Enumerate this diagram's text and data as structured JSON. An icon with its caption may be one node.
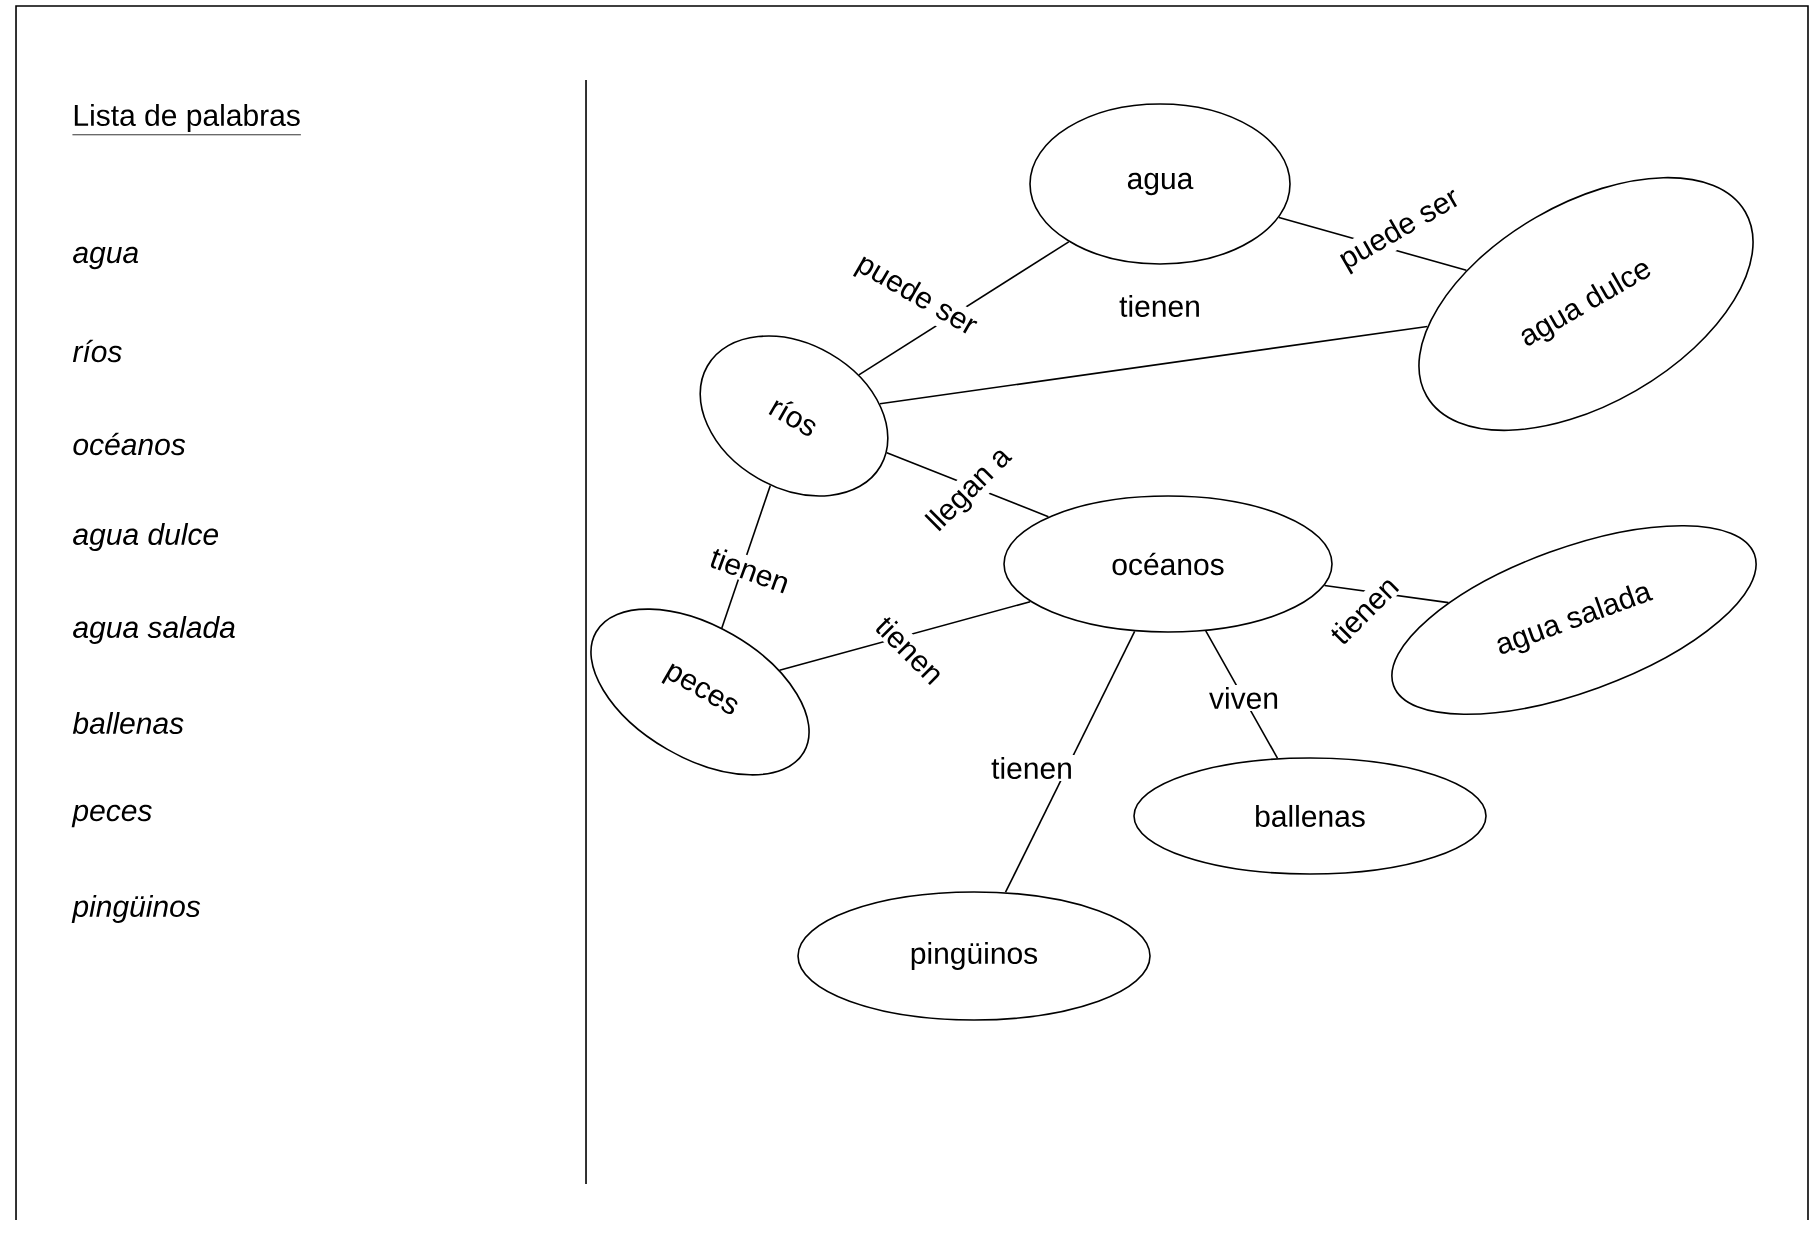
{
  "diagram": {
    "title": "Lista de palabras",
    "nodes": [
      {
        "text": [
          "agua"
        ]
      },
      {
        "text": [
          "ríos"
        ]
      },
      {
        "text": [
          "agua dulce"
        ]
      },
      {
        "text": [
          "océanos"
        ]
      },
      {
        "text": [
          "agua salada"
        ]
      },
      {
        "text": [
          "peces"
        ]
      },
      {
        "text": [
          "ballenas"
        ]
      },
      {
        "text": [
          "pingüinos"
        ]
      }
    ],
    "edges": [
      {
        "from": 0,
        "to": 1,
        "arrow": "none",
        "label": "puede ser"
      },
      {
        "from": 0,
        "to": 2,
        "arrow": "none",
        "label": "puede ser"
      },
      {
        "from": 1,
        "to": 2,
        "arrow": "none",
        "label": "tienen"
      },
      {
        "from": 1,
        "to": 3,
        "arrow": "none",
        "label": "llegan a"
      },
      {
        "from": 1,
        "to": 5,
        "arrow": "none",
        "label": "tienen"
      },
      {
        "from": 3,
        "to": 5,
        "arrow": "none",
        "label": "tienen"
      },
      {
        "from": 3,
        "to": 4,
        "arrow": "none",
        "label": "tienen"
      },
      {
        "from": 3,
        "to": 6,
        "arrow": "none",
        "label": "viven"
      },
      {
        "from": 3,
        "to": 7,
        "arrow": "none",
        "label": "tienen"
      }
    ],
    "labels": [
      "agua",
      "ríos",
      "océanos",
      "agua dulce",
      "agua salada",
      "ballenas",
      "peces",
      "pingüinos"
    ]
  }
}
